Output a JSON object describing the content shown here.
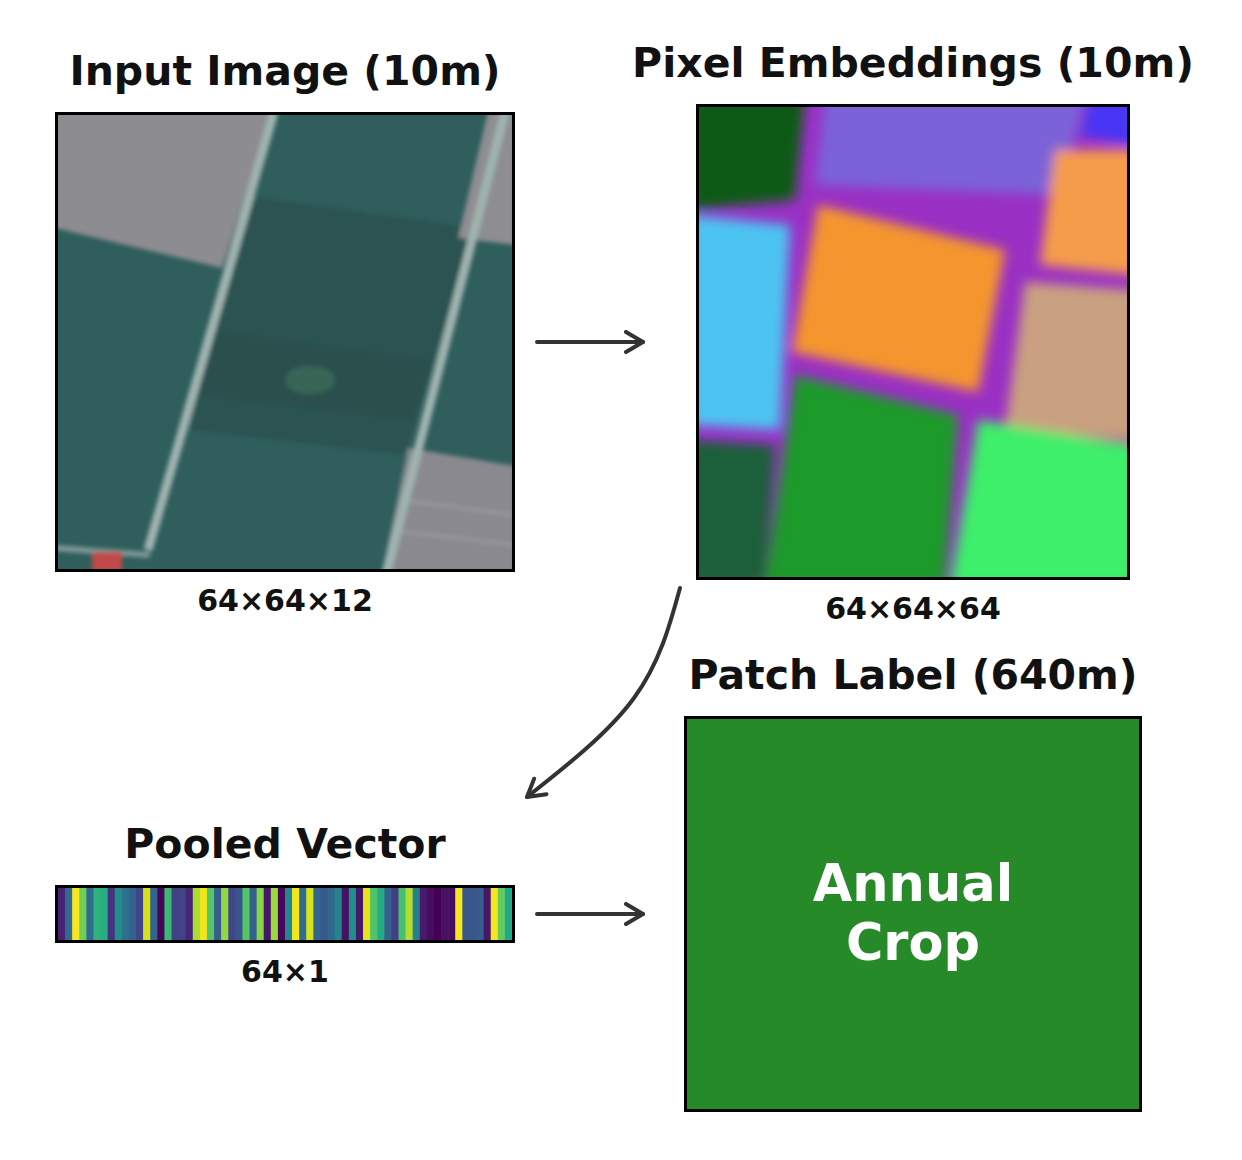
{
  "diagram": {
    "nodes": [
      {
        "text": [
          "Input Image (10m)",
          "64×64×12"
        ]
      },
      {
        "text": [
          "Pixel Embeddings (10m)",
          "64×64×64"
        ]
      },
      {
        "text": [
          "Patch Label (640m)",
          "Annual Crop"
        ]
      },
      {
        "text": [
          "Pooled Vector",
          "64×1"
        ]
      }
    ],
    "edges": [
      {
        "from": 0,
        "to": 1,
        "arrow": "to"
      },
      {
        "from": 1,
        "to": 3,
        "arrow": "to"
      },
      {
        "from": 3,
        "to": 2,
        "arrow": "to"
      }
    ]
  }
}
